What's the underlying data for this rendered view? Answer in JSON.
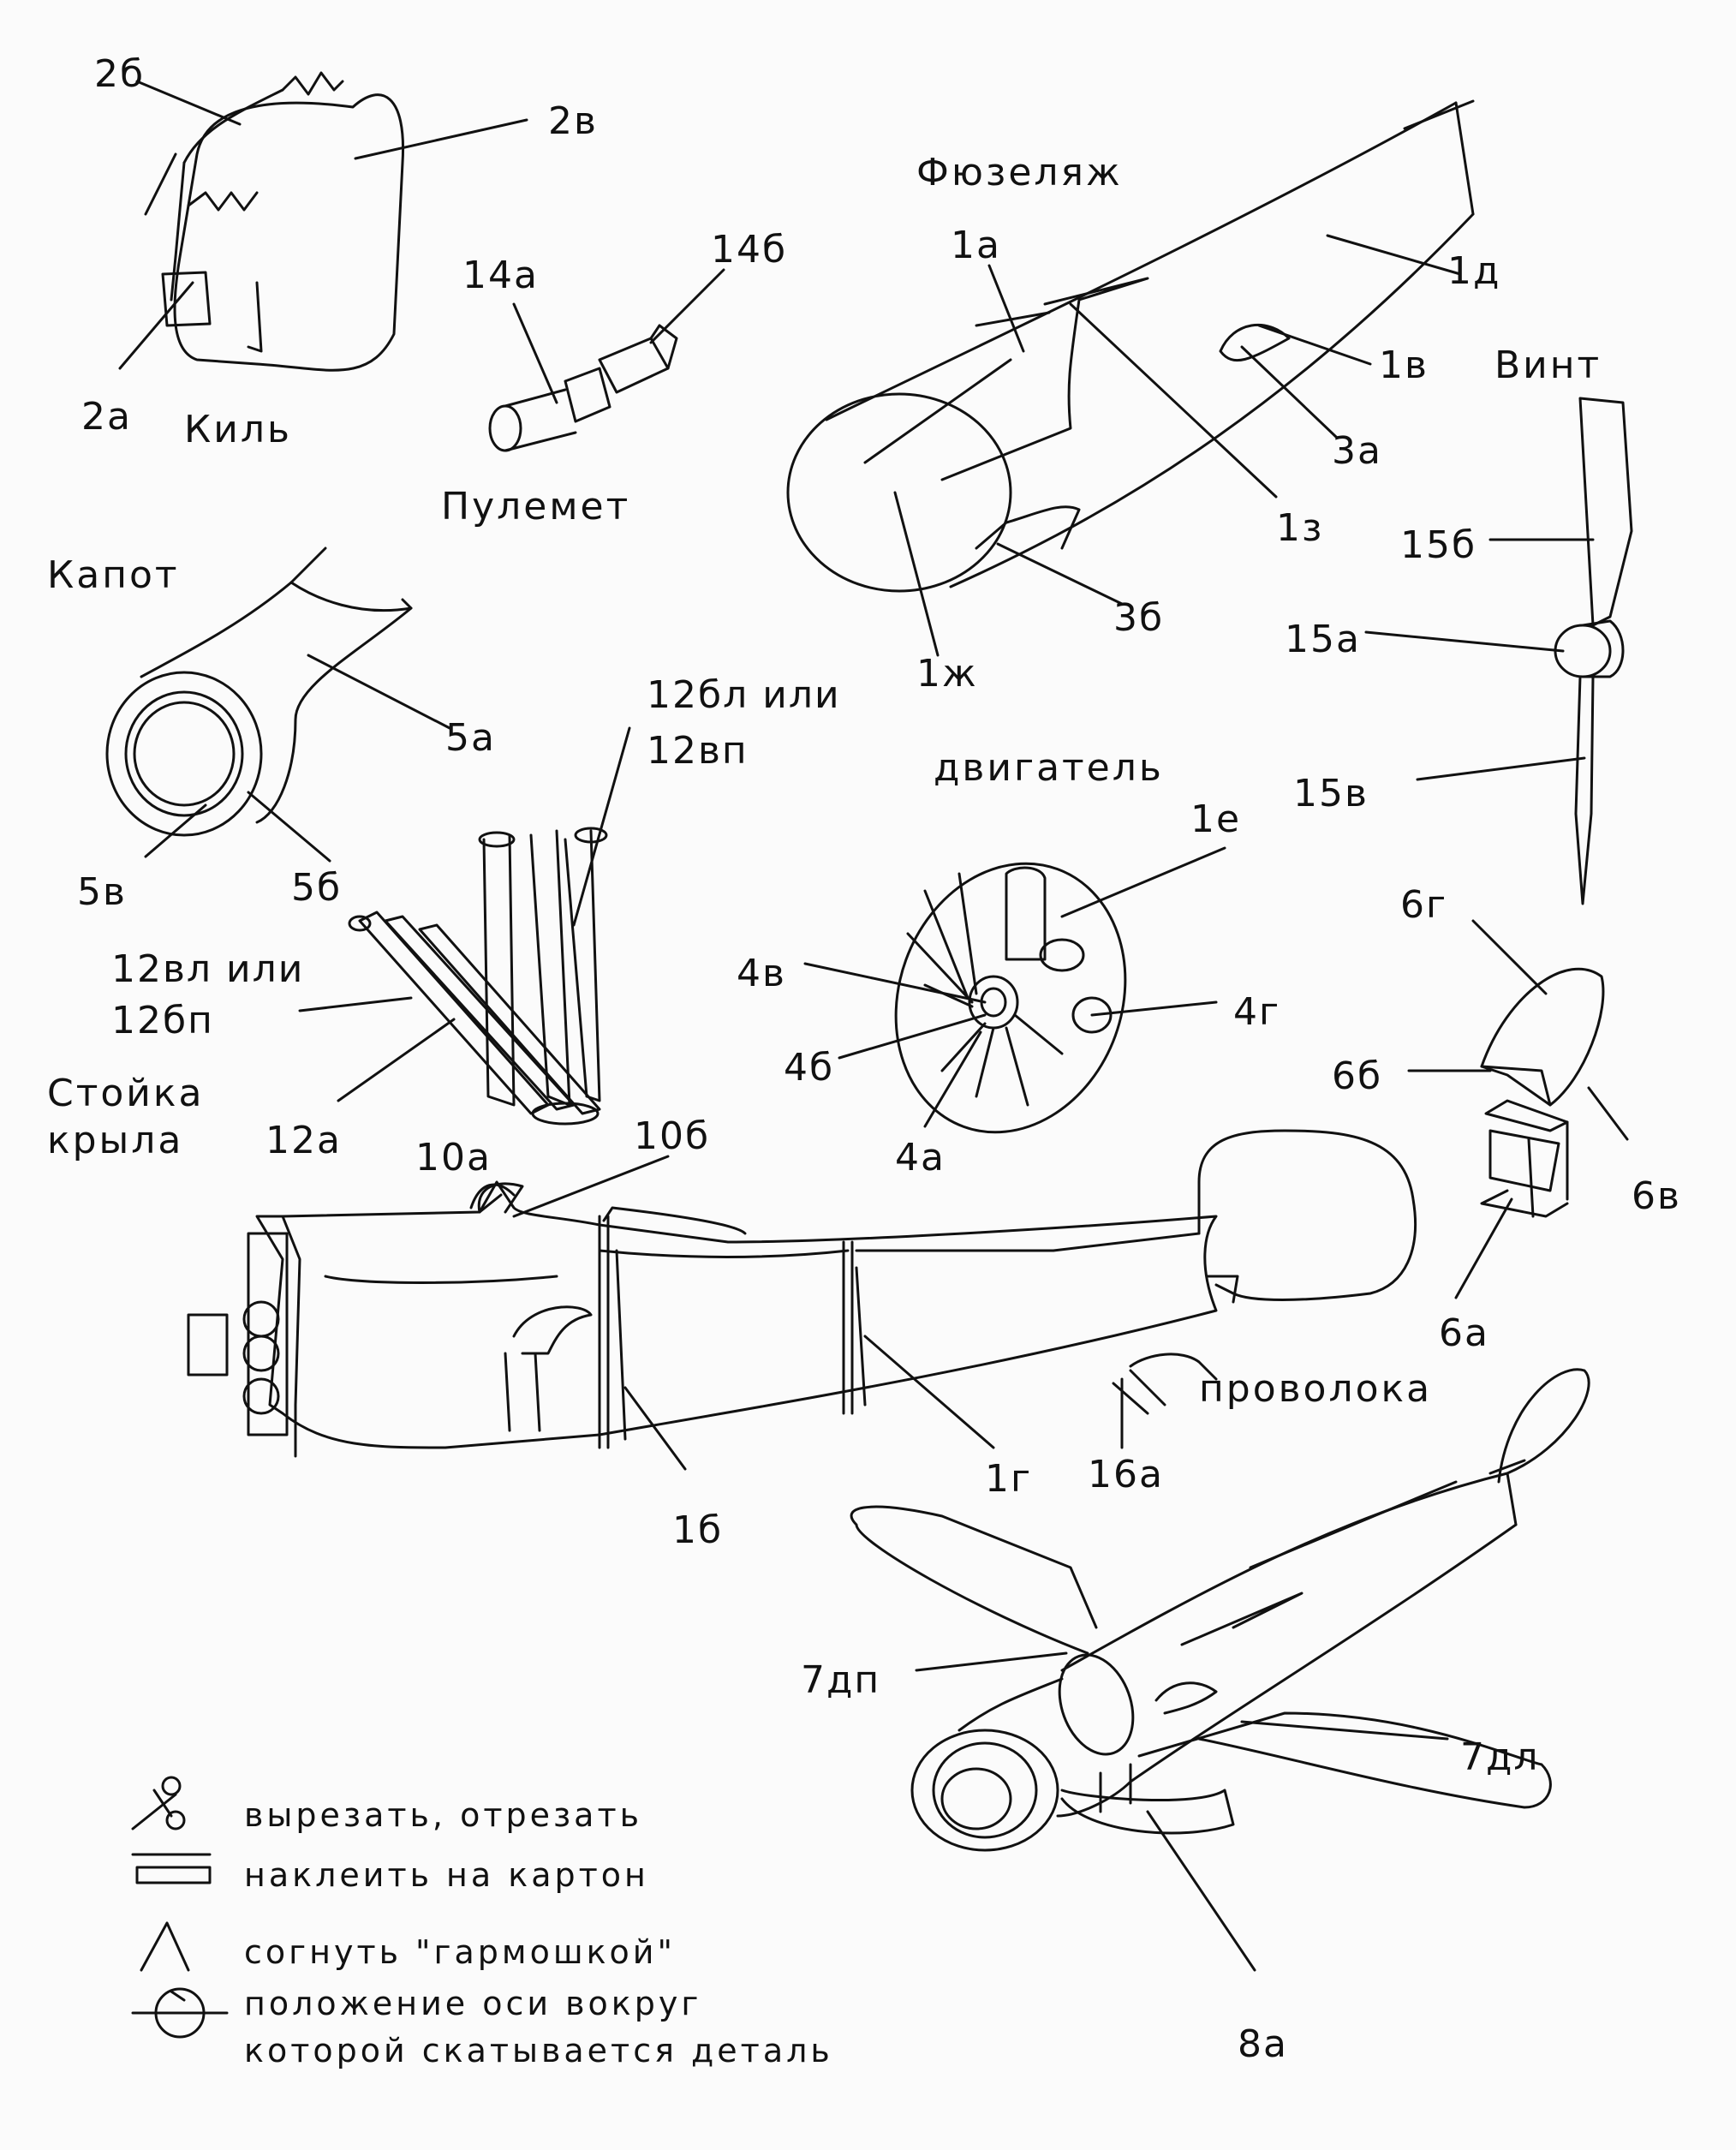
{
  "titles": {
    "fin": "Киль",
    "machine_gun": "Пулемет",
    "fuselage": "Фюзеляж",
    "propeller": "Винт",
    "cowl": "Капот",
    "engine": "двигатель",
    "wing_strut_line1": "Стойка",
    "wing_strut_line2": "крыла",
    "wire": "проволока"
  },
  "labels": {
    "l2b": "2б",
    "l2v": "2в",
    "l2a": "2а",
    "l14a": "14а",
    "l14b": "14б",
    "l1a": "1а",
    "l1d": "1д",
    "l1v": "1в",
    "l3a": "3а",
    "l1z": "1з",
    "l3b": "3б",
    "l1zh": "1ж",
    "l15b": "15б",
    "l15a": "15а",
    "l15v": "15в",
    "l5a": "5а",
    "l5v": "5в",
    "l5b": "5б",
    "l12bl_1": "12бл или",
    "l12bl_2": "12вп",
    "l12vl_1": "12вл или",
    "l12vl_2": "12бп",
    "l12a": "12а",
    "l1e": "1е",
    "l4v": "4в",
    "l4g": "4г",
    "l4b": "4б",
    "l4a": "4а",
    "l6g": "6г",
    "l6b": "6б",
    "l6v": "6в",
    "l6a": "6а",
    "l10a": "10а",
    "l10b": "10б",
    "l1b_bottom": "1б",
    "l1g": "1г",
    "l16a": "16а",
    "l7dp": "7дп",
    "l7dl": "7дл",
    "l8a": "8а"
  },
  "legend": [
    {
      "icon": "scissors-icon",
      "text": "вырезать, отрезать"
    },
    {
      "icon": "cardboard-icon",
      "text": "наклеить на картон"
    },
    {
      "icon": "fold-icon",
      "text": "согнуть \"гармошкой\""
    },
    {
      "icon": "axis-circle-icon",
      "text": "положение оси вокруг"
    },
    {
      "icon": "",
      "text": "которой скатывается деталь"
    }
  ]
}
